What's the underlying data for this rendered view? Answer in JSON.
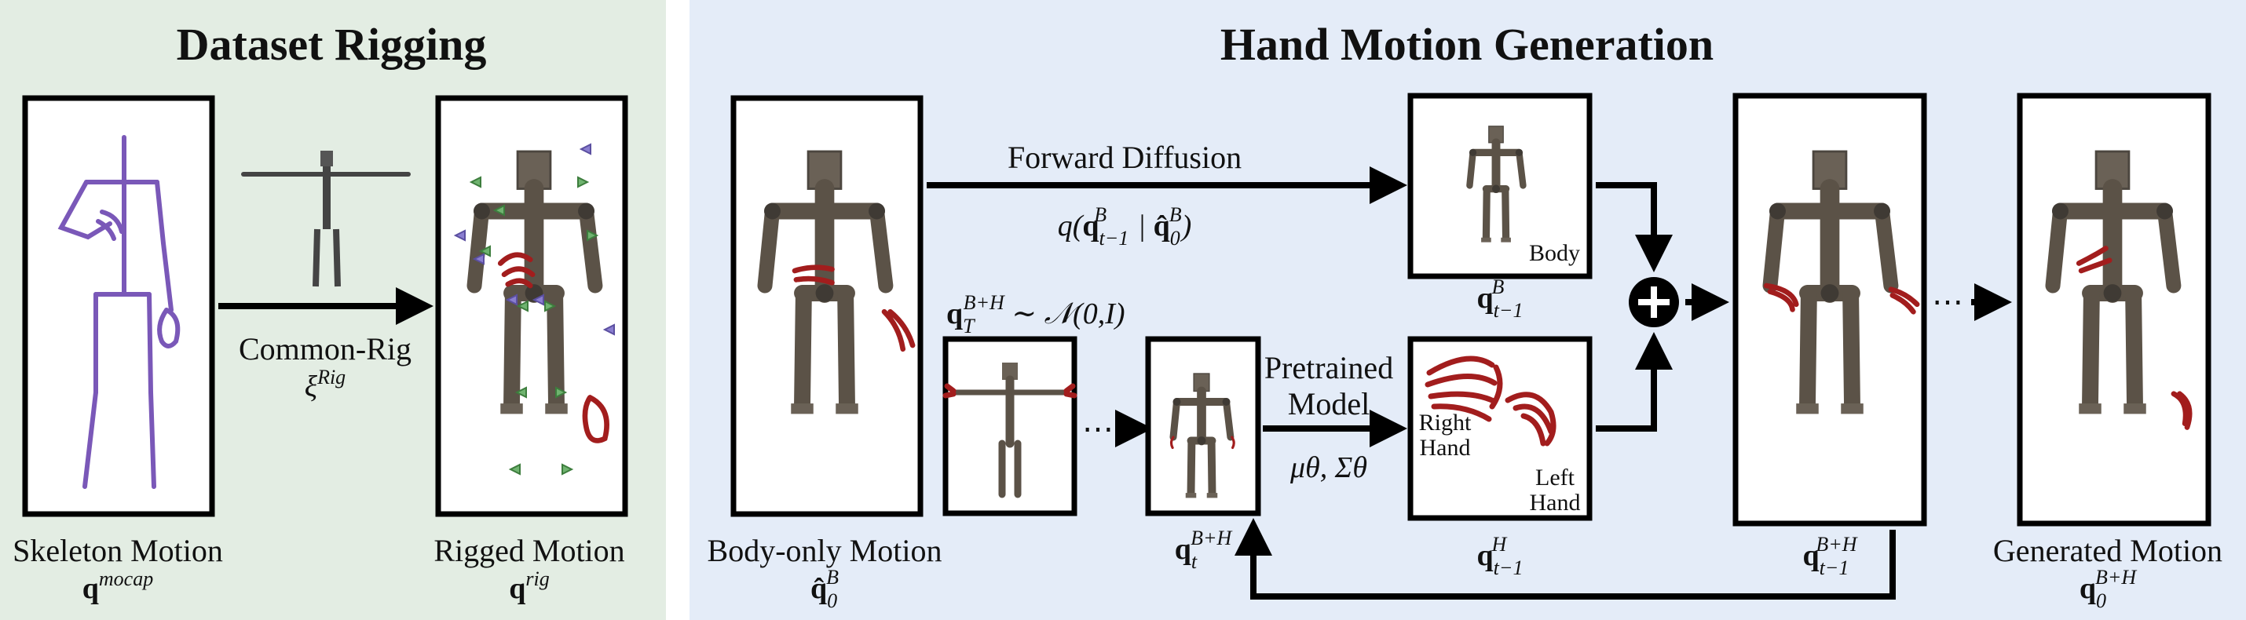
{
  "left_panel": {
    "title": "Dataset Rigging",
    "bg_color": "#e3ede3",
    "skeleton_caption": "Skeleton Motion",
    "skeleton_symbol_base": "q",
    "skeleton_symbol_sup": "mocap",
    "rigged_caption": "Rigged Motion",
    "rigged_symbol_base": "q",
    "rigged_symbol_sup": "rig",
    "common_rig_label": "Common-Rig",
    "xi_base": "ξ",
    "xi_sup": "Rig"
  },
  "right_panel": {
    "title": "Hand Motion Generation",
    "bg_color": "#e4ecf8",
    "forward_diffusion_label": "Forward Diffusion",
    "q_formula": {
      "open": "q(",
      "b1": "q",
      "sub1": "t−1",
      "sup1": "B",
      "bar": " | ",
      "b2": "q̂",
      "sub2": "0",
      "sup2": "B",
      "close": ")"
    },
    "noise_prior": {
      "base": "q",
      "sub": "T",
      "sup": "B+H",
      "rest": " ∼ 𝒩(0,I)"
    },
    "pretrained_line1": "Pretrained",
    "pretrained_line2": "Model",
    "mu_sigma": "μθ, Σθ",
    "body_tag": "Body",
    "right_hand_line1": "Right",
    "right_hand_line2": "Hand",
    "left_hand_line1": "Left",
    "left_hand_line2": "Hand",
    "body_only_caption": "Body-only Motion",
    "body_only_symbol": {
      "base": "q̂",
      "sub": "0",
      "sup": "B"
    },
    "qt_symbol": {
      "base": "q",
      "sub": "t",
      "sup": "B+H"
    },
    "qb_symbol": {
      "base": "q",
      "sub": "t−1",
      "sup": "B"
    },
    "qh_symbol": {
      "base": "q",
      "sub": "t−1",
      "sup": "H"
    },
    "qbh_symbol": {
      "base": "q",
      "sub": "t−1",
      "sup": "B+H"
    },
    "generated_caption": "Generated Motion",
    "generated_symbol": {
      "base": "q",
      "sub": "0",
      "sup": "B+H"
    },
    "combine_icon": "plus-circle-icon",
    "ellipsis": "⋯"
  },
  "colors": {
    "hand": "#a21d1d",
    "skeleton": "#7a58b8",
    "body": "#5b5247"
  }
}
